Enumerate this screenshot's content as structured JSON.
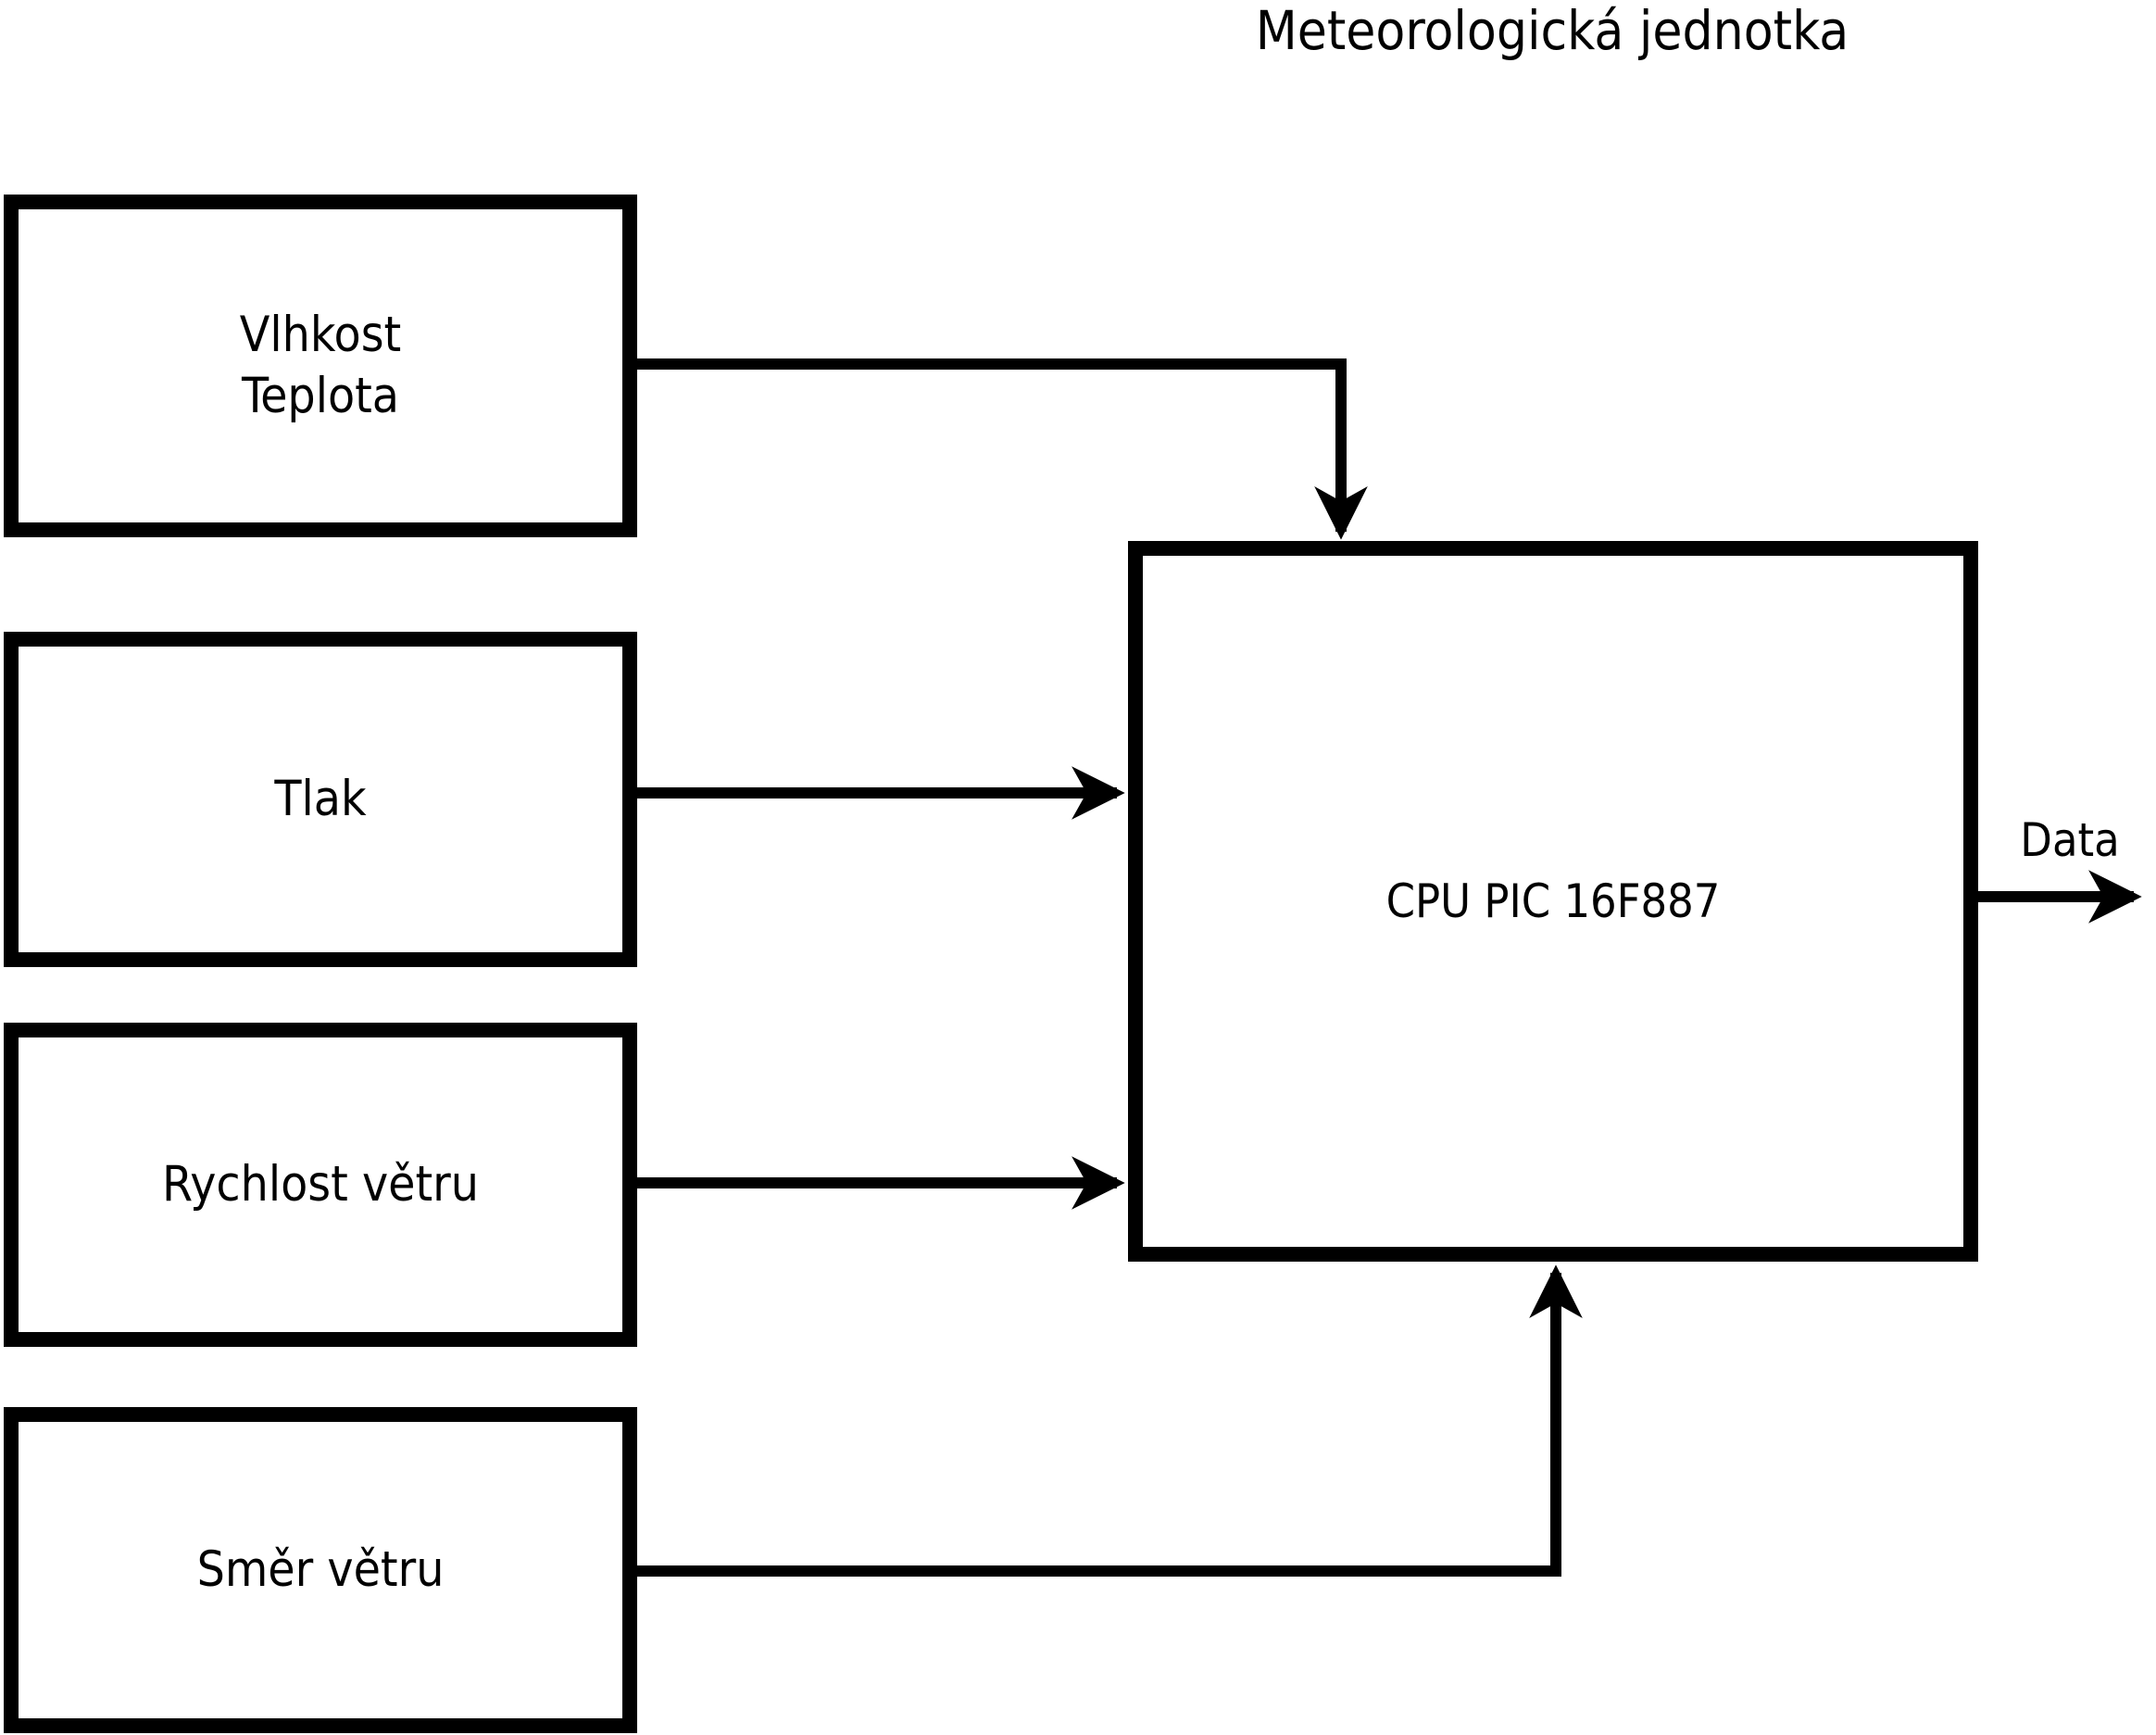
{
  "title": "Meteorologická jednotka",
  "colors": {
    "line": "#000000",
    "background": "#ffffff"
  },
  "sensor_boxes": [
    {
      "name": "vlhkost-teplota",
      "lines": [
        "Vlhkost",
        "Teplota"
      ]
    },
    {
      "name": "tlak",
      "lines": [
        "Tlak"
      ]
    },
    {
      "name": "rychlost-vetru",
      "lines": [
        "Rychlost větru"
      ]
    },
    {
      "name": "smer-vetru",
      "lines": [
        "Směr větru"
      ]
    }
  ],
  "cpu_box": {
    "label": "CPU PIC 16F887"
  },
  "output_arrow": {
    "label": "Data"
  },
  "connections": [
    {
      "from": "vlhkost-teplota",
      "to": "cpu",
      "enters": "top"
    },
    {
      "from": "tlak",
      "to": "cpu",
      "enters": "left"
    },
    {
      "from": "rychlost-vetru",
      "to": "cpu",
      "enters": "left"
    },
    {
      "from": "smer-vetru",
      "to": "cpu",
      "enters": "bottom"
    },
    {
      "from": "cpu",
      "to": "data-output",
      "exits": "right"
    }
  ]
}
